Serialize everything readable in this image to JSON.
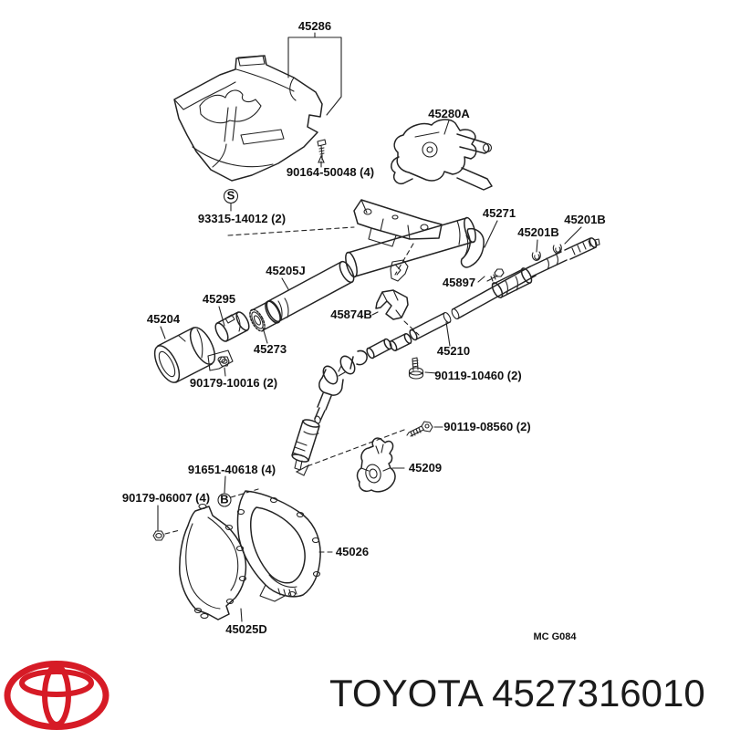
{
  "colors": {
    "background": "#FFFFFF",
    "diagram_line": "#232323",
    "label_text": "#101010",
    "toyota_red": "#D61B26",
    "footer_text": "#1B1B1B"
  },
  "diagram": {
    "plate_code": "MC G084",
    "callouts": [
      {
        "part": "45286"
      },
      {
        "part": "90164-50048 (4)"
      },
      {
        "part": "45280A"
      },
      {
        "part": "93315-14012 (2)"
      },
      {
        "part": "45205J"
      },
      {
        "part": "45271"
      },
      {
        "part": "45201B"
      },
      {
        "part": "45201B"
      },
      {
        "part": "45897"
      },
      {
        "part": "45295"
      },
      {
        "part": "45204"
      },
      {
        "part": "45273"
      },
      {
        "part": "45874B"
      },
      {
        "part": "45210"
      },
      {
        "part": "90179-10016 (2)"
      },
      {
        "part": "90119-10460 (2)"
      },
      {
        "part": "90119-08560 (2)"
      },
      {
        "part": "45209"
      },
      {
        "part": "91651-40618 (4)"
      },
      {
        "part": "90179-06007 (4)"
      },
      {
        "part": "45026"
      },
      {
        "part": "45025D"
      }
    ],
    "fastener_markers": {
      "s": "S",
      "b": "B"
    }
  },
  "footer": {
    "brand": "TOYOTA",
    "part_number": "4527316010",
    "logo": "toyota-ellipses-logo"
  }
}
